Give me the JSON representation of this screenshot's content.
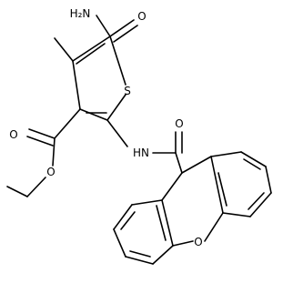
{
  "molecule": {
    "atoms": {
      "amide_nh2": "H₂N",
      "amide_o": "O",
      "ring_s": "S",
      "ester_o_carbonyl": "O",
      "ester_o_ether": "O",
      "nh": "HN",
      "amide2_o": "O",
      "xanthene_o": "O"
    }
  }
}
